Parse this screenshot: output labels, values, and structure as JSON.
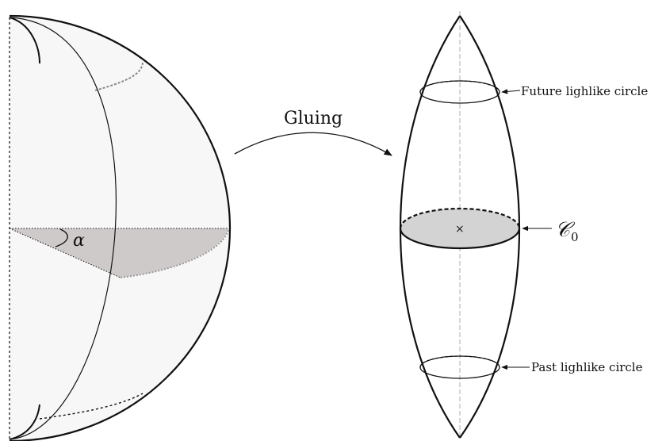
{
  "labels": {
    "gluing": "Gluing",
    "alpha": "α",
    "future_circle": "Future lighlike circle",
    "c0_symbol": "𝒞",
    "c0_subscript": "0",
    "past_circle": "Past lighlike circle"
  },
  "colors": {
    "stroke": "#111111",
    "hemisphere_fill": "#f7f7f7",
    "wedge_fill": "#cfcaca",
    "disk_fill": "#d3d3d3",
    "axis": "#c8c8c8"
  }
}
